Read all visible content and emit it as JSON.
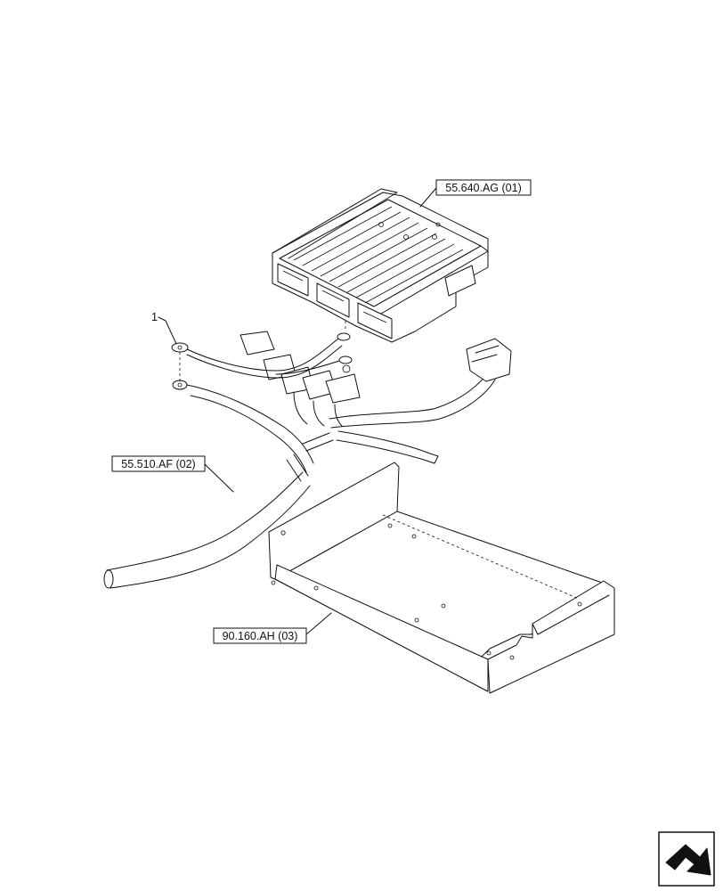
{
  "callouts": {
    "ecu": "55.640.AG (01)",
    "harness": "55.510.AF (02)",
    "bracket": "90.160.AH (03)",
    "item": "1"
  },
  "nav_icon": "next-page-arrow-icon"
}
